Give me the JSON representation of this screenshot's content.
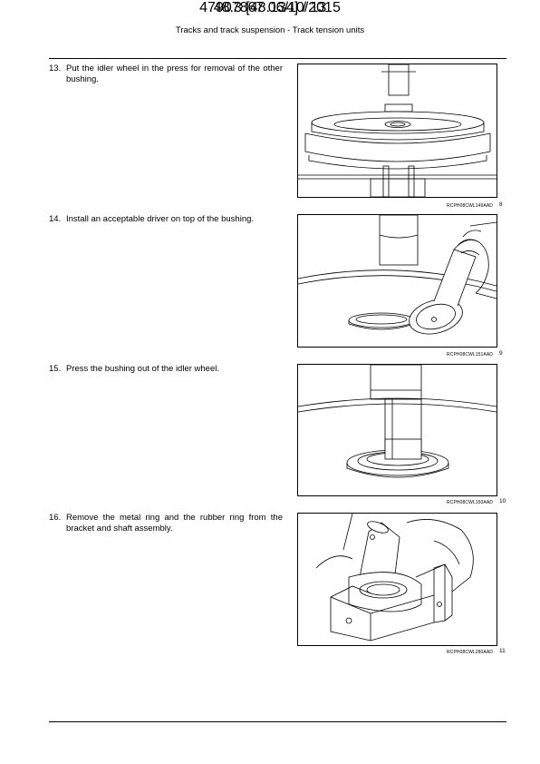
{
  "header": {
    "title": "Tracks and track suspension - Track tension units"
  },
  "steps": [
    {
      "number": "13.",
      "text": "Put the idler wheel in the press for removal of the other bushing.",
      "figure_id": "RCPH08CWL149AAD",
      "figure_number": "8"
    },
    {
      "number": "14.",
      "text": "Install an acceptable driver on top of the bushing.",
      "figure_id": "RCPH08CWL151AAD",
      "figure_number": "9"
    },
    {
      "number": "15.",
      "text": "Press the bushing out of the idler wheel.",
      "figure_id": "RCPH08CWL150AAD",
      "figure_number": "10"
    },
    {
      "number": "16.",
      "text": "Remove the metal ring and the rubber ring from the bracket and shaft assembly.",
      "figure_id": "RCPH08CWL280AAD",
      "figure_number": "11"
    }
  ],
  "footer": {
    "doc": "47907867 06/10/2015",
    "page": "48.3 [48.134] / 13"
  }
}
